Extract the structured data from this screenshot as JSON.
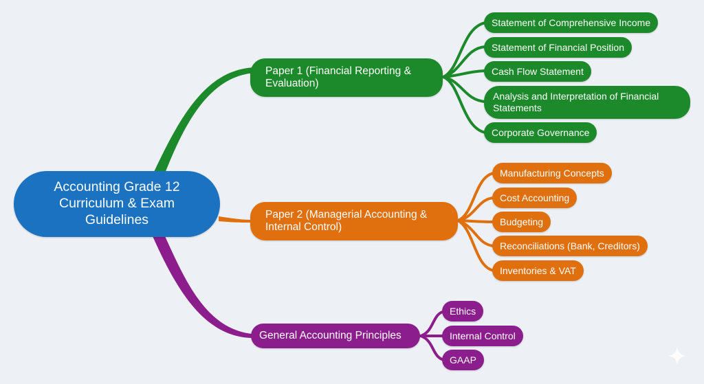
{
  "colors": {
    "background": "#edf1f5",
    "root": "#1a72c0",
    "paper1": "#1c8a2a",
    "paper2": "#e0700e",
    "general": "#8c1d8c"
  },
  "root": {
    "label": "Accounting Grade 12 Curriculum & Exam Guidelines"
  },
  "branches": [
    {
      "id": "paper1",
      "label": "Paper 1 (Financial Reporting & Evaluation)",
      "children": [
        "Statement of Comprehensive Income",
        "Statement of Financial Position",
        "Cash Flow Statement",
        "Analysis and Interpretation of Financial Statements",
        "Corporate Governance"
      ]
    },
    {
      "id": "paper2",
      "label": "Paper 2 (Managerial Accounting & Internal Control)",
      "children": [
        "Manufacturing Concepts",
        "Cost Accounting",
        "Budgeting",
        "Reconciliations (Bank, Creditors)",
        "Inventories & VAT"
      ]
    },
    {
      "id": "general",
      "label": "General Accounting Principles",
      "children": [
        "Ethics",
        "Internal Control",
        "GAAP"
      ]
    }
  ],
  "icons": {
    "watermark": "sparkle-icon"
  }
}
